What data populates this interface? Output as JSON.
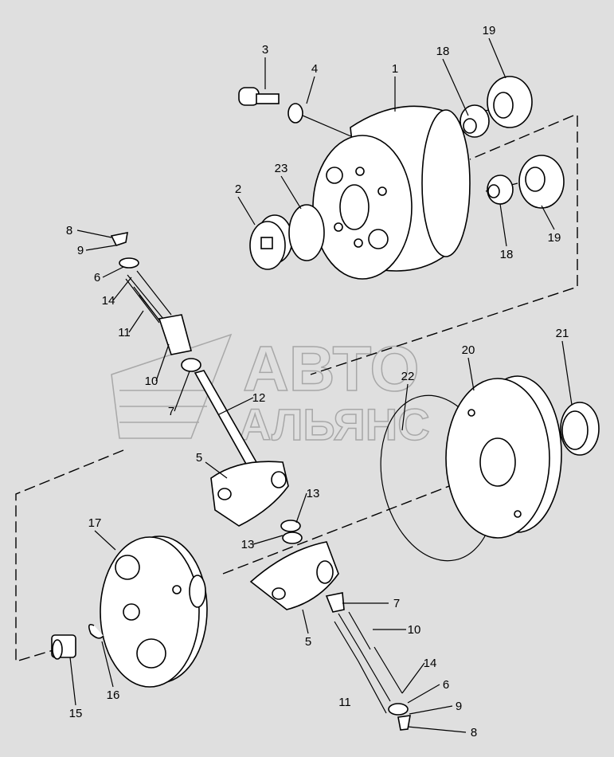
{
  "diagram": {
    "watermark": {
      "line1": "АВТО",
      "line2": "АЛЬЯНС"
    },
    "labels": {
      "l3": "3",
      "l4": "4",
      "l1": "1",
      "l18a": "18",
      "l19a": "19",
      "l23": "23",
      "l2": "2",
      "l18b": "18",
      "l19b": "19",
      "l8a": "8",
      "l9a": "9",
      "l6a": "6",
      "l14a": "14",
      "l11a": "11",
      "l10a": "10",
      "l7a": "7",
      "l12": "12",
      "l22": "22",
      "l20": "20",
      "l21": "21",
      "l5a": "5",
      "l13a": "13",
      "l13b": "13",
      "l17": "17",
      "l5b": "5",
      "l7b": "7",
      "l10b": "10",
      "l14b": "14",
      "l6b": "6",
      "l11b": "11",
      "l9b": "9",
      "l8b": "8",
      "l16": "16",
      "l15": "15"
    }
  }
}
